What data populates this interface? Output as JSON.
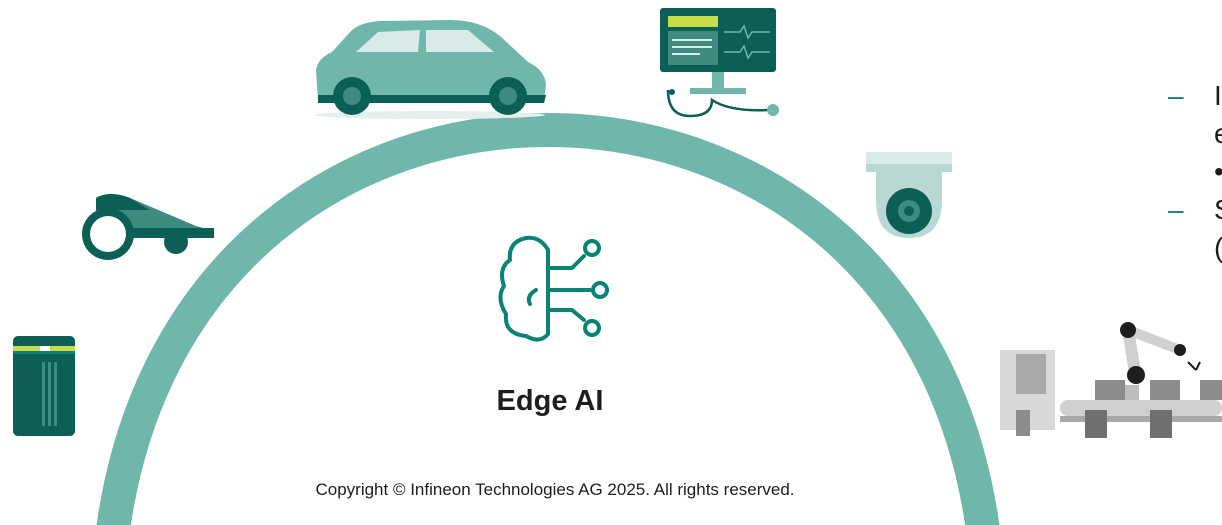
{
  "center": {
    "title": "Edge AI",
    "icon": "brain-network-icon"
  },
  "footer": {
    "copyright": "Copyright © Infineon Technologies AG 2025. All rights reserved."
  },
  "devices": [
    {
      "icon": "car-icon"
    },
    {
      "icon": "medical-monitor-stethoscope-icon"
    },
    {
      "icon": "security-camera-icon"
    },
    {
      "icon": "robot-lawn-mower-icon"
    },
    {
      "icon": "smart-speaker-icon"
    },
    {
      "icon": "industrial-robot-arm-icon"
    }
  ],
  "bullets": [
    {
      "dash": "–",
      "lines": [
        "I",
        "e",
        "•"
      ]
    },
    {
      "dash": "–",
      "lines": [
        "S",
        "("
      ]
    }
  ],
  "colors": {
    "arc": "#6fb6ab",
    "accent": "#0a8276",
    "dark": "#0b5f55",
    "text": "#1d1d1b"
  }
}
